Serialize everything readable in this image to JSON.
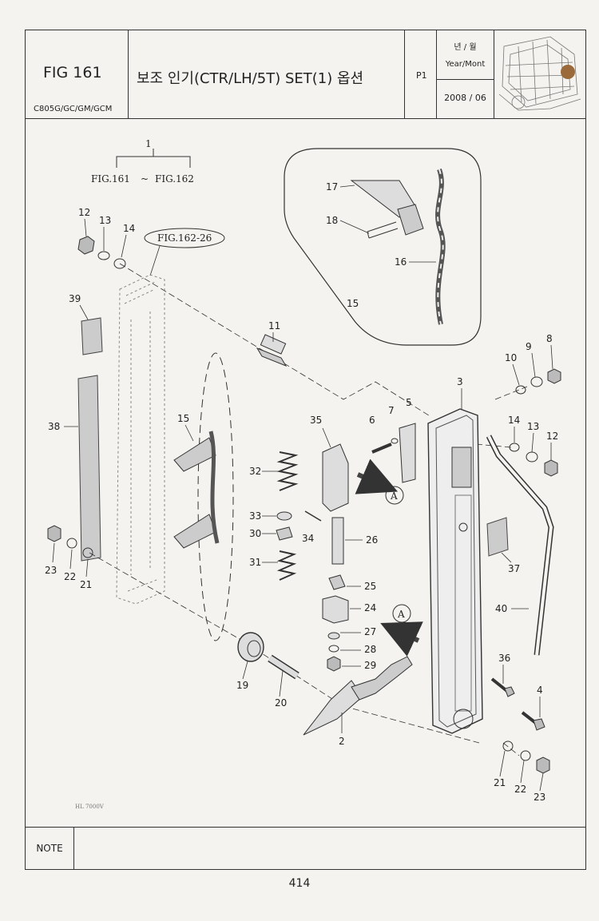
{
  "header": {
    "fig_no": "FIG 161",
    "models": "C805G/GC/GM/GCM",
    "title": "보조 인기(CTR/LH/5T) SET(1) 옵션",
    "page_id": "P1",
    "year_month_kr": "년 / 월",
    "year_month_en": "Year/Mont",
    "date": "2008 / 06"
  },
  "refs": {
    "assembly_no": "1",
    "fig_range_from": "FIG.161",
    "tilde": "~",
    "fig_range_to": "FIG.162",
    "ref_fig": "FIG.162-26",
    "view_mark": "A"
  },
  "callouts": [
    "1",
    "2",
    "3",
    "4",
    "5",
    "6",
    "7",
    "8",
    "9",
    "10",
    "11",
    "12",
    "13",
    "14",
    "15",
    "16",
    "17",
    "18",
    "19",
    "20",
    "21",
    "22",
    "23",
    "24",
    "25",
    "26",
    "27",
    "28",
    "29",
    "30",
    "31",
    "32",
    "33",
    "34",
    "35",
    "36",
    "37",
    "38",
    "39",
    "40"
  ],
  "footer": {
    "note_label": "NOTE",
    "drawing_code": "HL 7000V",
    "page_number": "414"
  }
}
